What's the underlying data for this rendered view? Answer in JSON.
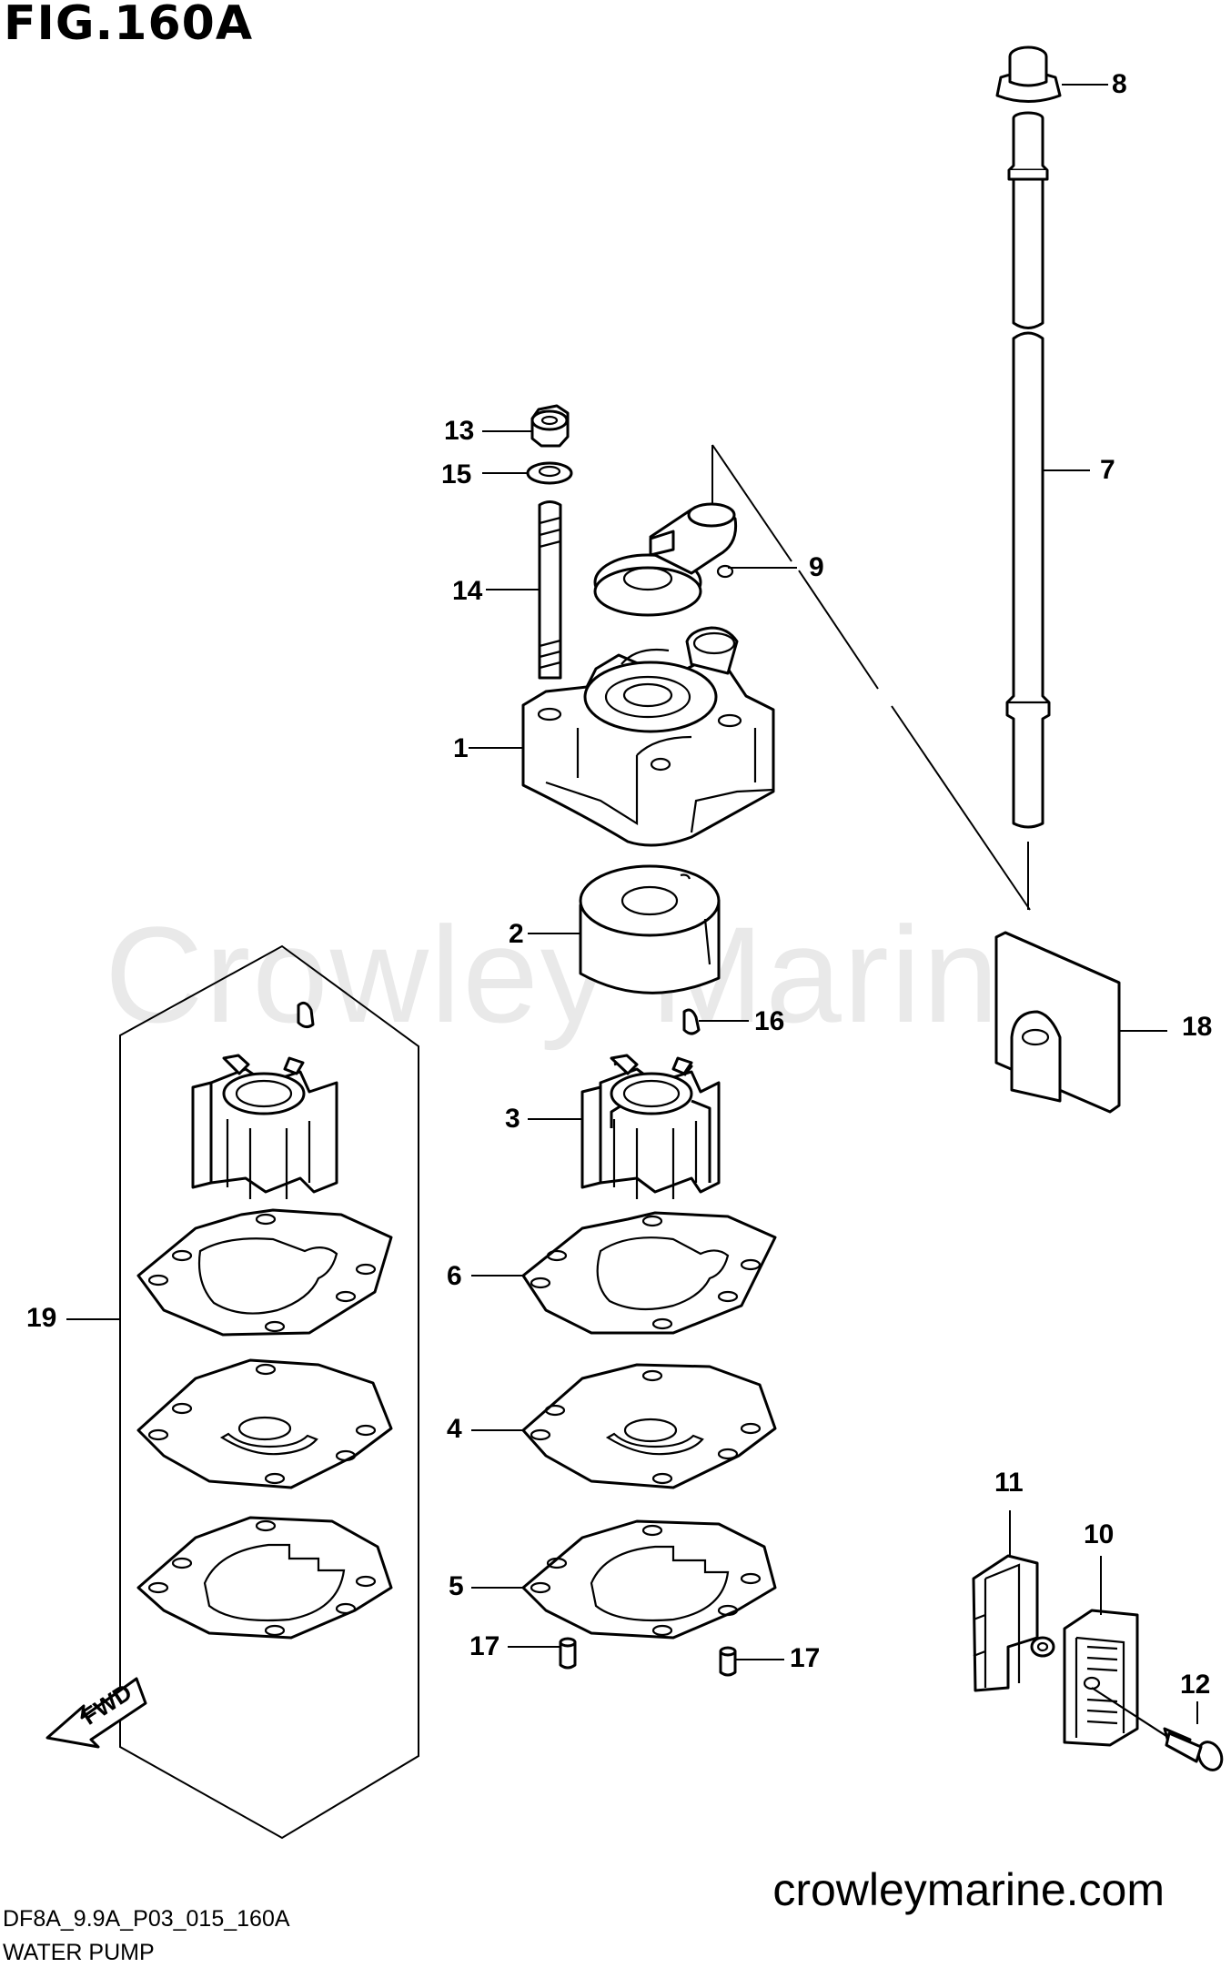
{
  "figure": {
    "title": "FIG.160A"
  },
  "watermark": "Crowley Marine",
  "site": "crowleymarine.com",
  "footer": {
    "code": "DF8A_9.9A_P03_015_160A",
    "name": "WATER PUMP"
  },
  "fwd_label": "FWD",
  "callouts": {
    "c1": "1",
    "c2": "2",
    "c3": "3",
    "c4": "4",
    "c5": "5",
    "c6": "6",
    "c7": "7",
    "c8": "8",
    "c9": "9",
    "c10": "10",
    "c11": "11",
    "c12": "12",
    "c13": "13",
    "c14": "14",
    "c15": "15",
    "c16": "16",
    "c17a": "17",
    "c17b": "17",
    "c18": "18",
    "c19": "19"
  }
}
